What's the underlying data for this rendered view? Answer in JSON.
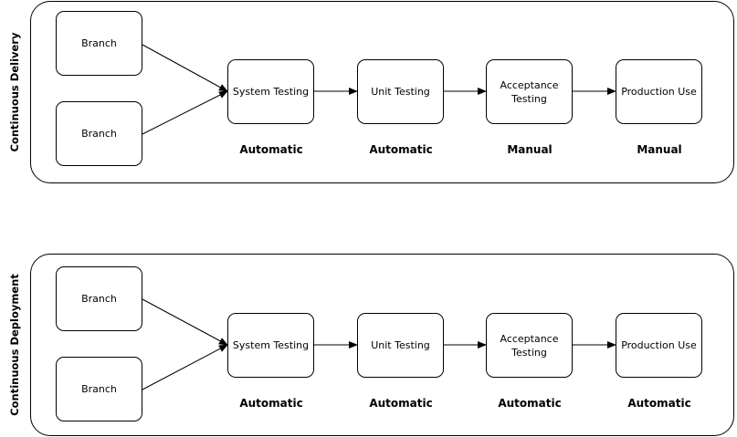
{
  "lanes": [
    {
      "label": "Continuous Delivery",
      "branches": [
        "Branch",
        "Branch"
      ],
      "stages": [
        {
          "label": "System Testing",
          "mode": "Automatic"
        },
        {
          "label": "Unit Testing",
          "mode": "Automatic"
        },
        {
          "label": "Acceptance Testing",
          "mode": "Manual"
        },
        {
          "label": "Production Use",
          "mode": "Manual"
        }
      ]
    },
    {
      "label": "Continuous Deployment",
      "branches": [
        "Branch",
        "Branch"
      ],
      "stages": [
        {
          "label": "System Testing",
          "mode": "Automatic"
        },
        {
          "label": "Unit Testing",
          "mode": "Automatic"
        },
        {
          "label": "Acceptance Testing",
          "mode": "Automatic"
        },
        {
          "label": "Production Use",
          "mode": "Automatic"
        }
      ]
    }
  ]
}
